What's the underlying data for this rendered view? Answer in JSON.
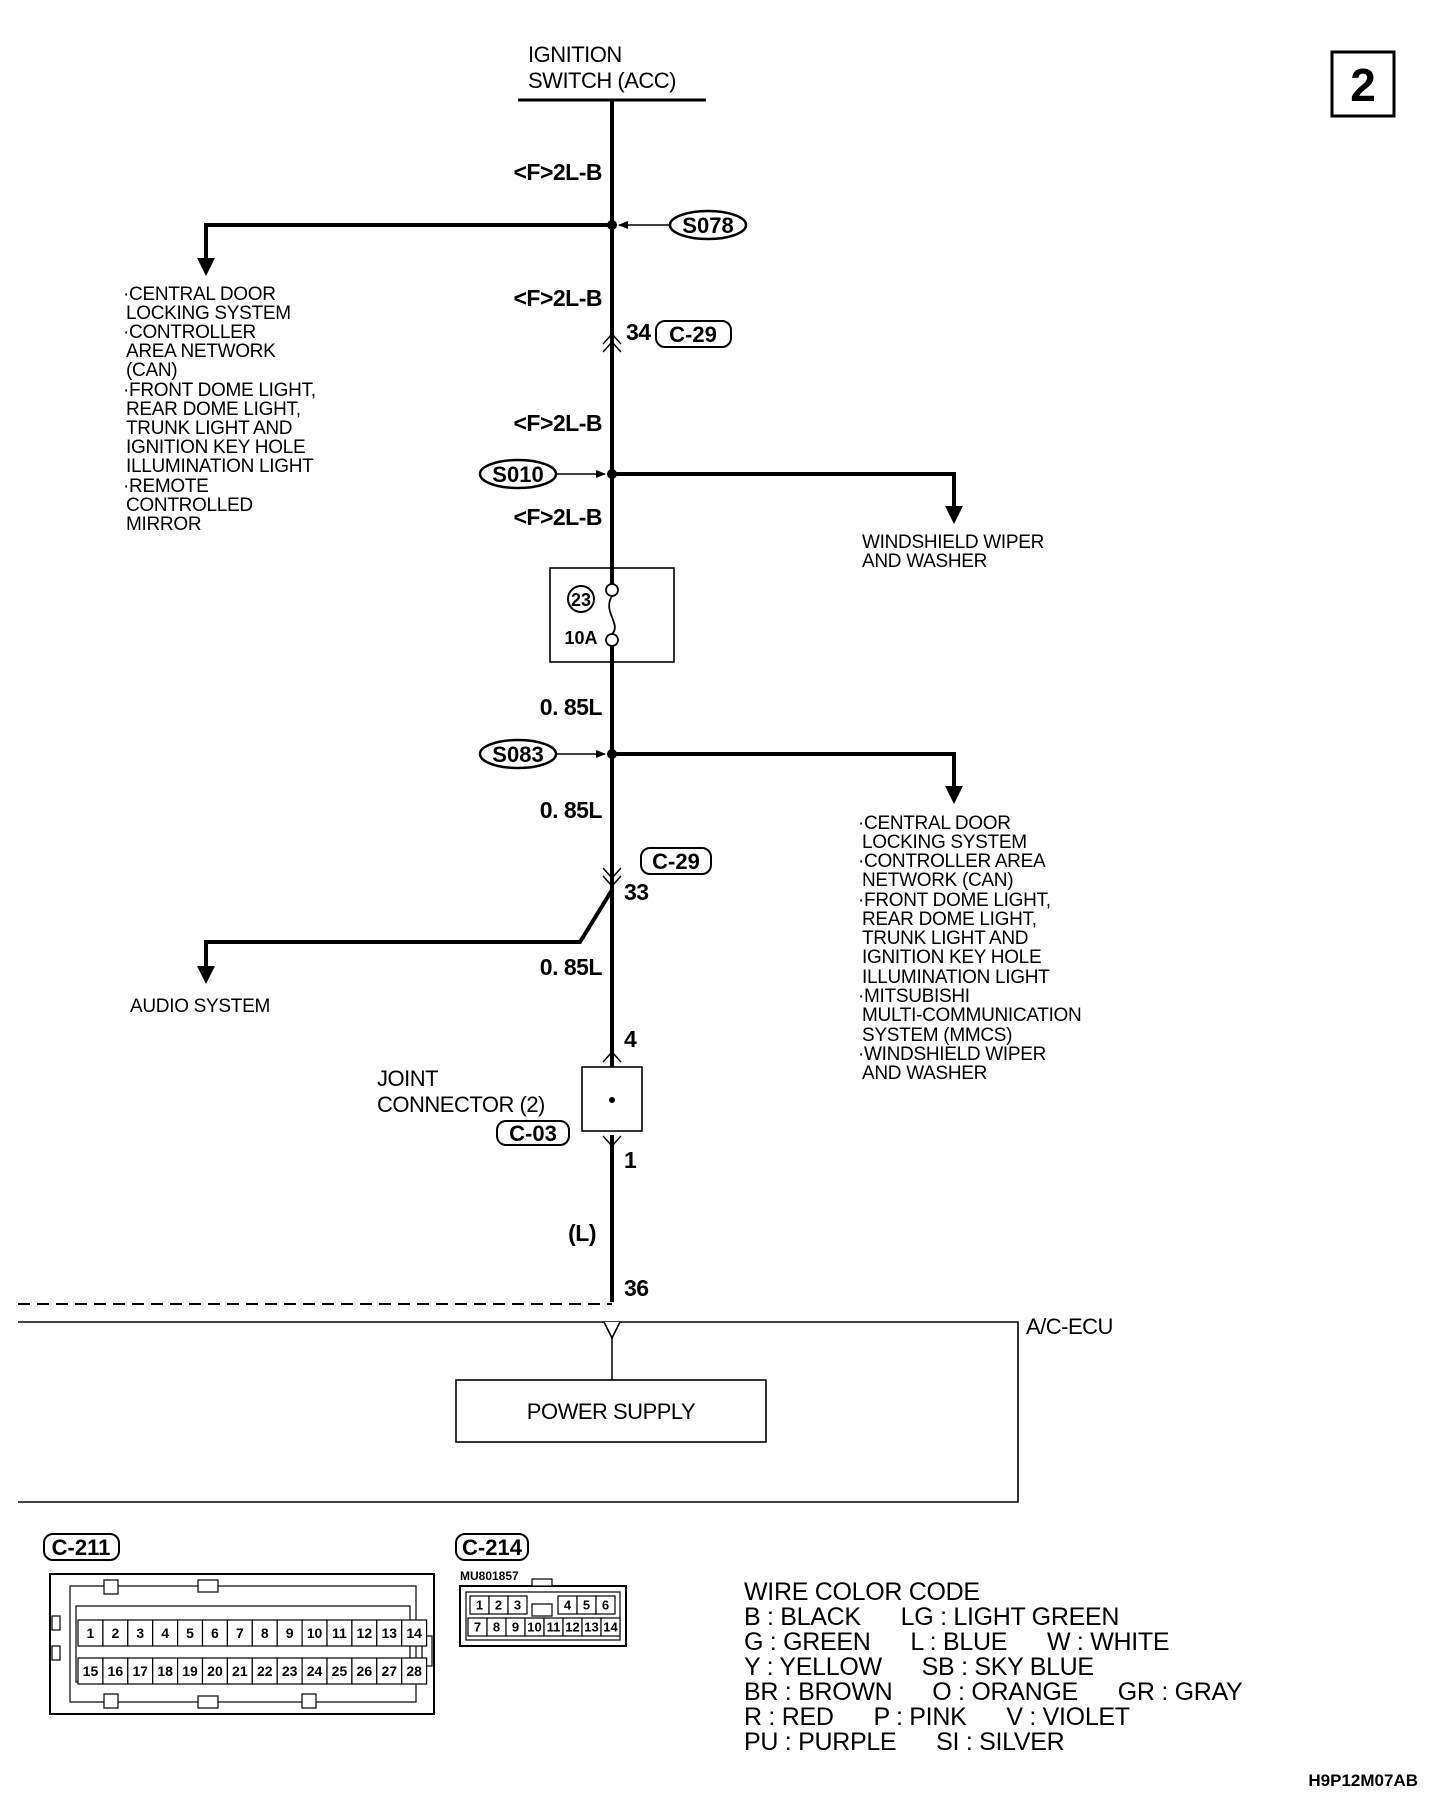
{
  "page_number": "2",
  "ignition_switch": {
    "line1": "IGNITION",
    "line2": "SWITCH (ACC)"
  },
  "wire_labels": {
    "w1": "<F>2L-B",
    "w2": "<F>2L-B",
    "w3": "<F>2L-B",
    "w4": "<F>2L-B",
    "w5": "0. 85L",
    "w6": "0. 85L",
    "w7": "0. 85L",
    "w8": "(L)"
  },
  "splices": {
    "s078": "S078",
    "s010": "S010",
    "s083": "S083"
  },
  "connector_refs": {
    "c29_upper": "C-29",
    "c29_lower": "C-29",
    "c03": "C-03"
  },
  "pin_labels": {
    "p34": "34",
    "p33": "33",
    "p4": "4",
    "p1": "1",
    "p36": "36"
  },
  "fuse": {
    "number": "23",
    "rating": "10A"
  },
  "left_systems": [
    "·CENTRAL DOOR",
    "LOCKING SYSTEM",
    "·CONTROLLER",
    "AREA NETWORK",
    "(CAN)",
    "·FRONT DOME LIGHT,",
    "REAR DOME LIGHT,",
    "TRUNK LIGHT AND",
    "IGNITION KEY HOLE",
    "ILLUMINATION LIGHT",
    "·REMOTE",
    "CONTROLLED",
    "MIRROR"
  ],
  "wiper_system": [
    "WINDSHIELD WIPER",
    "AND WASHER"
  ],
  "right_systems": [
    "·CENTRAL DOOR",
    "LOCKING SYSTEM",
    "·CONTROLLER AREA",
    "NETWORK (CAN)",
    "·FRONT DOME LIGHT,",
    "REAR DOME LIGHT,",
    "TRUNK LIGHT AND",
    "IGNITION KEY HOLE",
    "ILLUMINATION LIGHT",
    "·MITSUBISHI",
    "MULTI-COMMUNICATION",
    "SYSTEM (MMCS)",
    "·WINDSHIELD WIPER",
    "AND WASHER"
  ],
  "audio_system": "AUDIO SYSTEM",
  "joint_connector": {
    "line1": "JOINT",
    "line2": "CONNECTOR (2)"
  },
  "ecu": {
    "name": "A/C-ECU",
    "power_supply": "POWER SUPPLY"
  },
  "c211": {
    "label": "C-211",
    "row1": [
      "1",
      "2",
      "3",
      "4",
      "5",
      "6",
      "7",
      "8",
      "9",
      "10",
      "11",
      "12",
      "13",
      "14"
    ],
    "row2": [
      "15",
      "16",
      "17",
      "18",
      "19",
      "20",
      "21",
      "22",
      "23",
      "24",
      "25",
      "26",
      "27",
      "28"
    ]
  },
  "c214": {
    "label": "C-214",
    "part_no": "MU801857",
    "row1_left": [
      "1",
      "2",
      "3"
    ],
    "row1_right": [
      "4",
      "5",
      "6"
    ],
    "row2": [
      "7",
      "8",
      "9",
      "10",
      "11",
      "12",
      "13",
      "14"
    ]
  },
  "wire_color_code": {
    "title": "WIRE COLOR CODE",
    "lines": [
      "B : BLACK      LG : LIGHT GREEN",
      "G : GREEN      L : BLUE      W : WHITE",
      "Y : YELLOW      SB : SKY BLUE",
      "BR : BROWN      O : ORANGE      GR : GRAY",
      "R : RED      P : PINK      V : VIOLET",
      "PU : PURPLE      SI : SILVER"
    ]
  },
  "figure_code": "H9P12M07AB"
}
